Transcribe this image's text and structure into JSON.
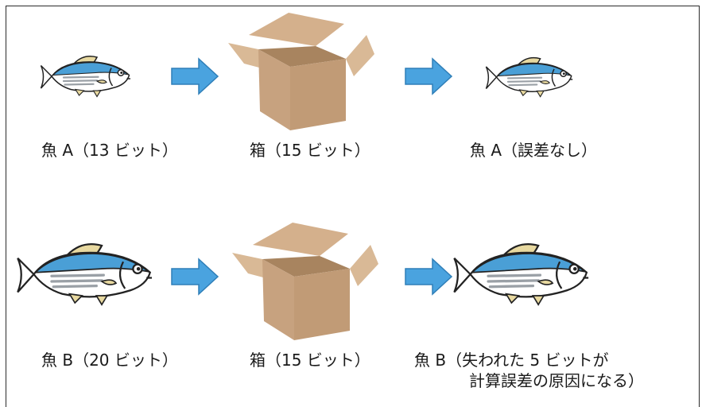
{
  "row1": {
    "fish_label": "魚 A（13 ビット）",
    "box_label": "箱（15 ビット）",
    "result_label": "魚 A（誤差なし）"
  },
  "row2": {
    "fish_label": "魚 B（20 ビット）",
    "box_label": "箱（15 ビット）",
    "result_label_line1": "魚 B（失われた 5 ビットが",
    "result_label_line2": "計算誤差の原因になる）"
  },
  "colors": {
    "arrow": "#4aa3df",
    "fish_back": "#4a9fd6",
    "fish_fin": "#e8d9a0",
    "box": "#c7a27f",
    "box_dark": "#a8845f"
  }
}
